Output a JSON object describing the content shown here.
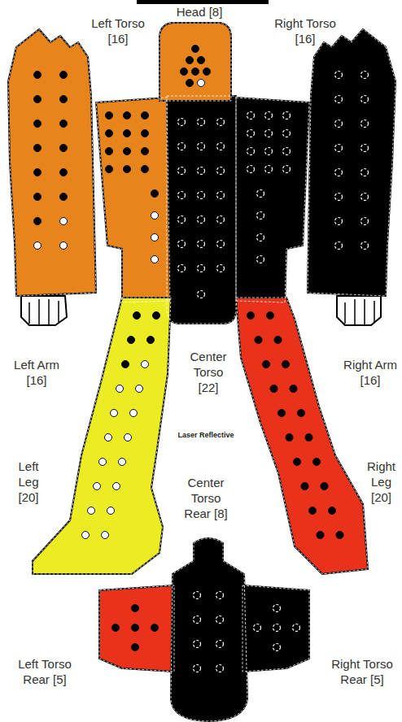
{
  "diagram": {
    "labels": [
      "Head [8]",
      "Left Torso [16]",
      "Right Torso [16]",
      "Left Arm [16]",
      "Center Torso [22]",
      "Right Arm [16]",
      "Laser Reflective",
      "Left Leg [20]",
      "Center Torso Rear [8]",
      "Right Leg [20]",
      "Left Torso Rear [5]",
      "Right Torso Rear [5]"
    ]
  }
}
